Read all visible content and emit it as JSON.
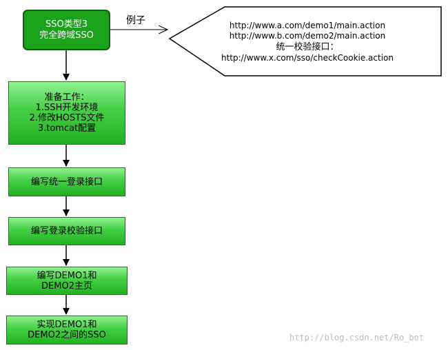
{
  "start_box": {
    "lines": [
      "SSO类型3",
      "完全跨域SSO"
    ]
  },
  "example_label": "例子",
  "callout": {
    "lines": [
      "http://www.a.com/demo1/main.action",
      "http://www.b.com/demo2/main.action",
      "统一校验接口：",
      "http://www.x.com/sso/checkCookie.action"
    ]
  },
  "steps": [
    {
      "lines": [
        "准备工作：",
        "1.SSH开发环境",
        "2.修改HOSTS文件",
        "3.tomcat配置"
      ]
    },
    {
      "lines": [
        "编写统一登录接口"
      ]
    },
    {
      "lines": [
        "编写登录校验接口"
      ]
    },
    {
      "lines": [
        "编写DEMO1和",
        "DEMO2主页"
      ]
    },
    {
      "lines": [
        "实现DEMO1和",
        "DEMO2之间的SSO"
      ]
    }
  ],
  "watermark": "http://blog.csdn.net/Ro_bot"
}
